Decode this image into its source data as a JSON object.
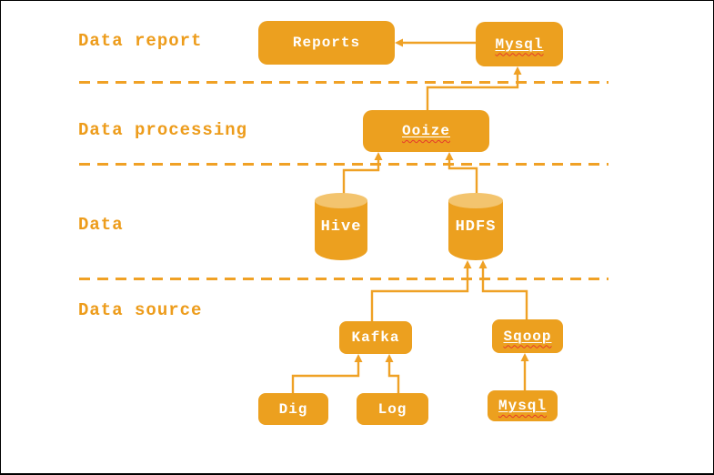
{
  "colors": {
    "accent": "#ECA01F",
    "line": "#EFA125",
    "layer_label_text": "#ED9C1B",
    "node_text": "#FFFFFF",
    "cylinder_top": "#F3C46E",
    "spellcheck_squiggle": "#E53B2C"
  },
  "layers": [
    {
      "label": "Data report"
    },
    {
      "label": "Data processing"
    },
    {
      "label": "Data"
    },
    {
      "label": "Data source"
    }
  ],
  "nodes": {
    "reports": {
      "label": "Reports"
    },
    "mysql_top": {
      "label": "Mysql"
    },
    "ooize": {
      "label": "Ooize"
    },
    "hive": {
      "label": "Hive"
    },
    "hdfs": {
      "label": "HDFS"
    },
    "kafka": {
      "label": "Kafka"
    },
    "sqoop": {
      "label": "Sqoop"
    },
    "dig": {
      "label": "Dig"
    },
    "log": {
      "label": "Log"
    },
    "mysql_bottom": {
      "label": "Mysql"
    }
  },
  "edges": [
    {
      "from": "Mysql (report db)",
      "to": "Reports"
    },
    {
      "from": "Ooize",
      "to": "Mysql (report db)"
    },
    {
      "from": "Hive",
      "to": "Ooize"
    },
    {
      "from": "HDFS",
      "to": "Ooize"
    },
    {
      "from": "Kafka",
      "to": "HDFS"
    },
    {
      "from": "Sqoop",
      "to": "HDFS"
    },
    {
      "from": "Dig",
      "to": "Kafka"
    },
    {
      "from": "Log",
      "to": "Kafka"
    },
    {
      "from": "Mysql (source db)",
      "to": "Sqoop"
    }
  ]
}
